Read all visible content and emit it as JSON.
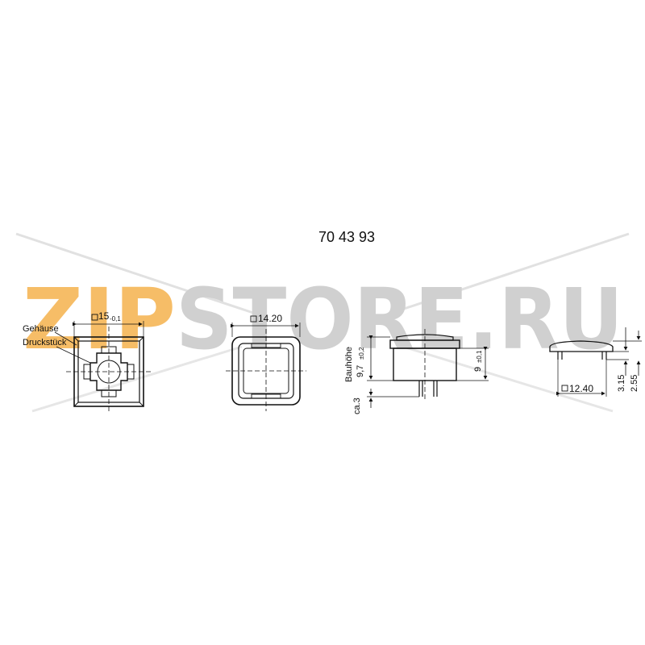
{
  "part_number": "70 43 93",
  "watermark": {
    "text_orange": "ZIP",
    "text_gray": "STORE.RU",
    "color_orange": "#f5b24d",
    "color_gray": "#c8c8c8"
  },
  "view1": {
    "dim_label": "15",
    "dim_tolerance": "-0,1",
    "label_housing": "Gehäuse",
    "label_plunger": "Druckstück"
  },
  "view2": {
    "dim_label": "14.20"
  },
  "view3": {
    "label_height_word": "Bauhöhe",
    "label_height_value": "9,7",
    "label_height_tol": "±0,2",
    "label_nine": "9",
    "label_nine_tol": "±0,1",
    "label_pin": "ca.3"
  },
  "view4": {
    "dim_width": "12.40",
    "dim_a": "3.15",
    "dim_b": "2.55"
  }
}
